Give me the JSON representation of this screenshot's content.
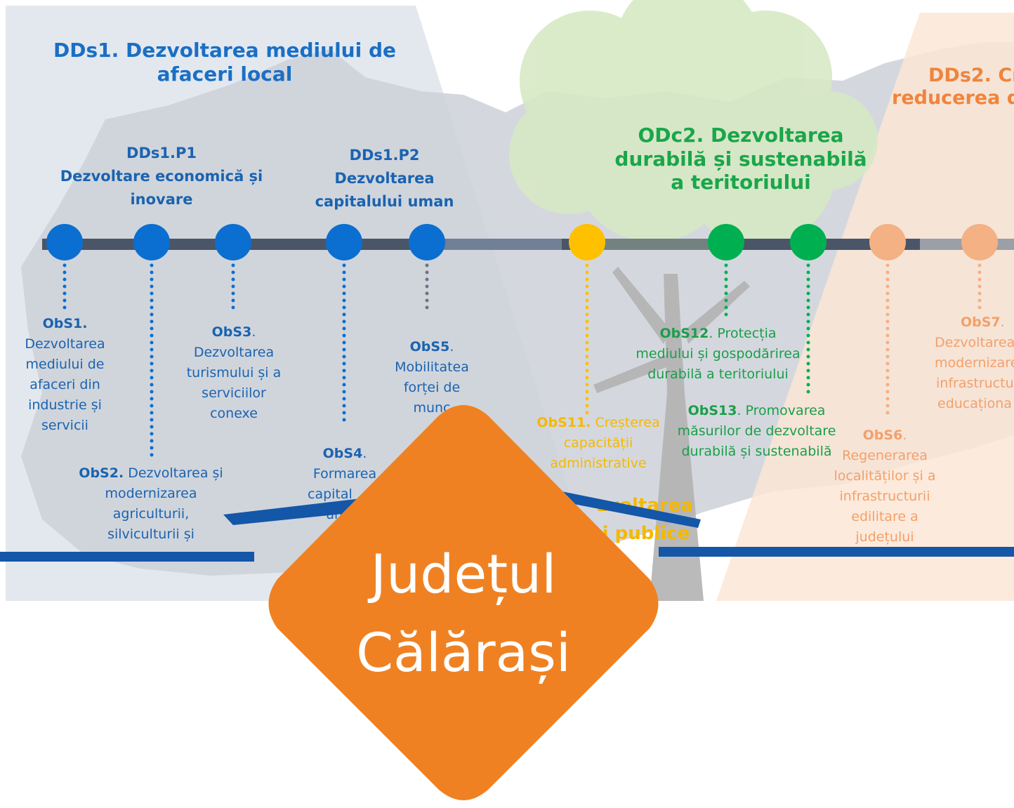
{
  "colors": {
    "blue": "#0a6fd0",
    "green": "#00b050",
    "yellow": "#ffc000",
    "orange": "#f4b183",
    "diamond": "#f08122",
    "ribbon": "#1456a8"
  },
  "pillars": {
    "dds1": {
      "title_line1": "DDs1. Dezvoltarea mediului de",
      "title_line2": "afaceri local"
    },
    "odc2": {
      "title_line1": "ODc2. Dezvoltarea",
      "title_line2": "durabilă și sustenabilă",
      "title_line3": "a teritoriului"
    },
    "dds2": {
      "title_line1": "DDs2. Cr",
      "title_line2": "reducerea d"
    }
  },
  "priorities": {
    "p1": {
      "code": "DDs1.P1",
      "line2": "Dezvoltare economică și",
      "line3": "inovare"
    },
    "p2": {
      "code": "DDs1.P2",
      "line2": "Dezvoltarea",
      "line3": "capitalului uman"
    }
  },
  "objectives": {
    "obs1": {
      "code": "ObS1.",
      "l1": "Dezvoltarea",
      "l2": "mediului de",
      "l3": "afaceri din",
      "l4": "industrie și",
      "l5": "servicii"
    },
    "obs2": {
      "code": "ObS2.",
      "l1": " Dezvoltarea și",
      "l2": "modernizarea",
      "l3": "agriculturii,",
      "l4": "silviculturii și"
    },
    "obs3": {
      "code": "ObS3",
      "dot": ".",
      "l1": "Dezvoltarea",
      "l2": "turismului și a",
      "l3": "serviciilor",
      "l4": "conexe"
    },
    "obs4": {
      "code": "ObS4",
      "dot": ".",
      "l1": "Formarea",
      "l2": "capital",
      "l3": "un"
    },
    "obs5": {
      "code": "ObS5",
      "dot": ".",
      "l1": "Mobilitatea",
      "l2": "forței de",
      "l3": "munc"
    },
    "obs11": {
      "code": "ObS11.",
      "l0": " Creșterea",
      "l1": "capacității",
      "l2": "administrative"
    },
    "obs11b": {
      "l1": "zvoltarea",
      "l2": "ei publice"
    },
    "obs12": {
      "code": "ObS12",
      "l0": ". Protecția",
      "l1": "mediului și gospodărirea",
      "l2": "durabilă a teritoriului"
    },
    "obs13": {
      "code": "ObS13",
      "l0": ". Promovarea",
      "l1": "măsurilor de dezvoltare",
      "l2": "durabilă și sustenabilă"
    },
    "obs6": {
      "code": "ObS6",
      "dot": ".",
      "l1": "Regenerarea",
      "l2": "localităților și a",
      "l3": "infrastructurii",
      "l4": "edilitare a",
      "l5": "județului"
    },
    "obs7": {
      "code": "ObS7",
      "dot": ".",
      "l1": "Dezvoltarea",
      "l2": "modernizare",
      "l3": "infrastructu",
      "l4": "educaționa"
    }
  },
  "banner": {
    "line1": "Județul",
    "line2": "Călărași"
  }
}
